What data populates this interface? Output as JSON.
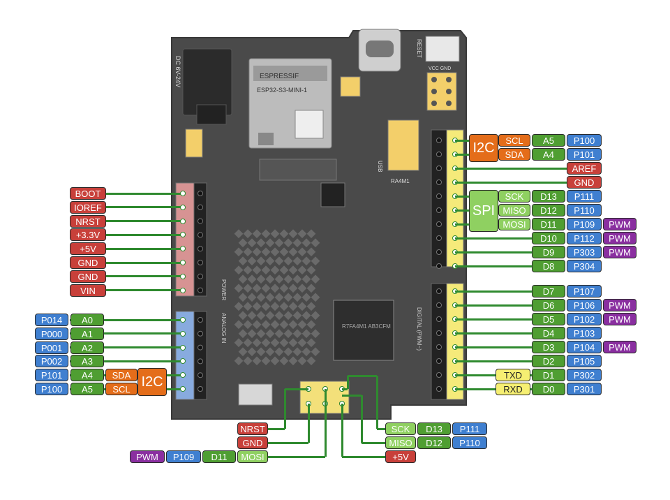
{
  "colors": {
    "red": "#c8403a",
    "green": "#4f9e32",
    "blue": "#3f7fd0",
    "purple": "#8a2fa0",
    "orange": "#e46d1a",
    "lightgreen": "#8fd061",
    "yellow": "#f6ef72",
    "wire": "#2f8a2f",
    "board": "#3a3a3a"
  },
  "board": {
    "silk_dc": "DC 6V-24V",
    "module_brand": "ESPRESSIF",
    "module_name": "ESP32-S3-MINI-1",
    "mcu_text": "R7FA4M1 AB3CFM",
    "silk_power": "POWER",
    "silk_analog": "ANALOG IN",
    "silk_digital": "DIGITAL (PWM~)",
    "silk_reset": "RESET",
    "silk_vcc_gnd": "VCC GND",
    "silk_ra4m1": "RA4M1",
    "silk_usb": "USB"
  },
  "left_power": [
    {
      "name": "BOOT"
    },
    {
      "name": "IOREF"
    },
    {
      "name": "NRST"
    },
    {
      "name": "+3.3V"
    },
    {
      "name": "+5V"
    },
    {
      "name": "GND"
    },
    {
      "name": "GND"
    },
    {
      "name": "VIN"
    }
  ],
  "left_analog": [
    {
      "port": "P014",
      "pin": "A0"
    },
    {
      "port": "P000",
      "pin": "A1"
    },
    {
      "port": "P001",
      "pin": "A2"
    },
    {
      "port": "P002",
      "pin": "A3"
    },
    {
      "port": "P101",
      "pin": "A4",
      "alt": "SDA"
    },
    {
      "port": "P100",
      "pin": "A5",
      "alt": "SCL"
    }
  ],
  "left_i2c": "I2C",
  "right_top": [
    {
      "alt": "SCL",
      "pin": "A5",
      "port": "P100"
    },
    {
      "alt": "SDA",
      "pin": "A4",
      "port": "P101"
    },
    {
      "pin": "AREF"
    },
    {
      "pin": "GND"
    },
    {
      "alt": "SCK",
      "pin": "D13",
      "port": "P111"
    },
    {
      "alt": "MISO",
      "pin": "D12",
      "port": "P110"
    },
    {
      "alt": "MOSI",
      "pin": "D11",
      "port": "P109",
      "pwm": "PWM"
    },
    {
      "pin": "D10",
      "port": "P112",
      "pwm": "PWM"
    },
    {
      "pin": "D9",
      "port": "P303",
      "pwm": "PWM"
    },
    {
      "pin": "D8",
      "port": "P304"
    }
  ],
  "right_i2c": "I2C",
  "right_spi": "SPI",
  "right_bottom": [
    {
      "pin": "D7",
      "port": "P107"
    },
    {
      "pin": "D6",
      "port": "P106",
      "pwm": "PWM"
    },
    {
      "pin": "D5",
      "port": "P102",
      "pwm": "PWM"
    },
    {
      "pin": "D4",
      "port": "P103"
    },
    {
      "pin": "D3",
      "port": "P104",
      "pwm": "PWM"
    },
    {
      "pin": "D2",
      "port": "P105"
    },
    {
      "pin": "D1",
      "port": "P302",
      "uart": "TXD"
    },
    {
      "pin": "D0",
      "port": "P301",
      "uart": "RXD"
    }
  ],
  "icsp": [
    {
      "alt": "SCK",
      "pin": "D13",
      "port": "P111"
    },
    {
      "alt": "MISO",
      "pin": "D12",
      "port": "P110"
    },
    {
      "name": "+5V"
    },
    {
      "name": "NRST"
    },
    {
      "name": "GND"
    },
    {
      "alt": "MOSI",
      "pin": "D11",
      "port": "P109",
      "pwm": "PWM"
    }
  ]
}
